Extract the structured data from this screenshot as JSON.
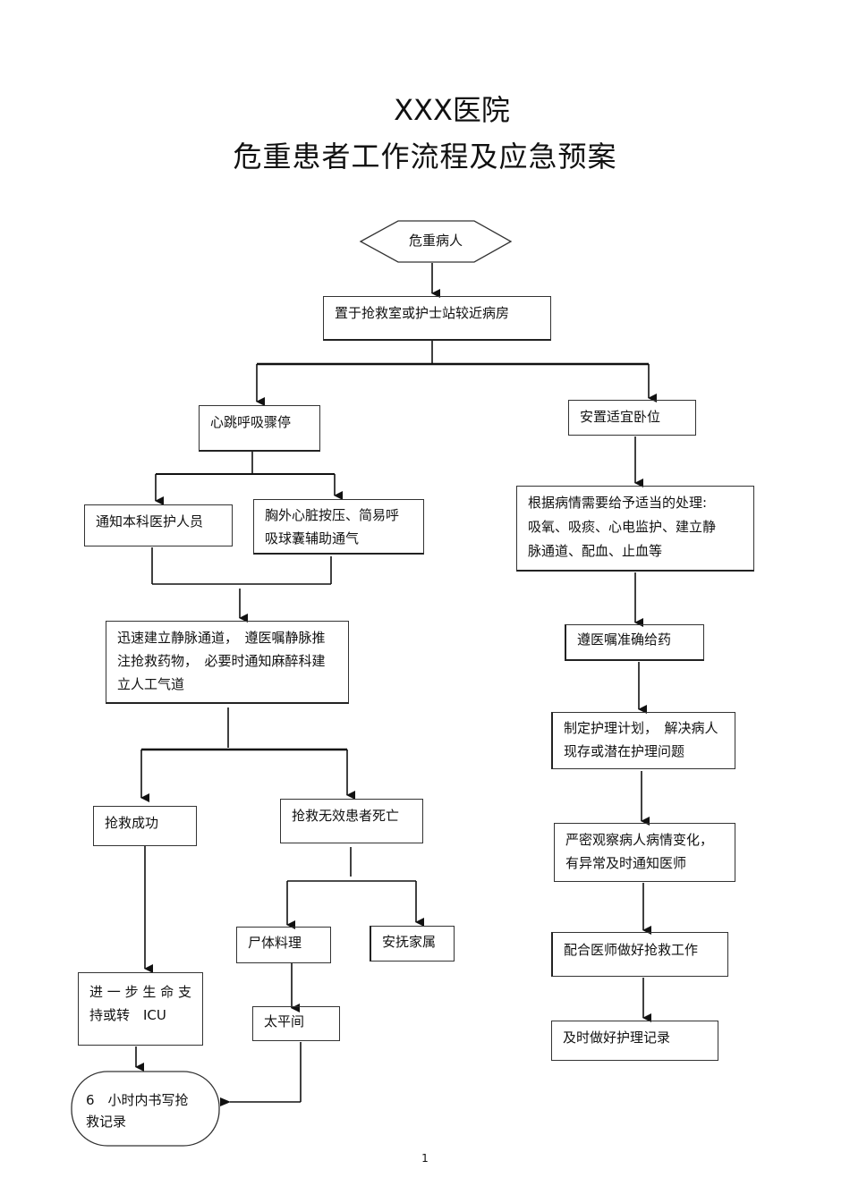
{
  "header": {
    "hospital": "XXX医院",
    "title": "危重患者工作流程及应急预案"
  },
  "nodes": {
    "start": "危重病人",
    "placement": "置于抢救室或护士站较近病房",
    "cardiac_arrest": "心跳呼吸骤停",
    "position": "安置适宜卧位",
    "notify_staff": "通知本科医护人员",
    "cpr": [
      "胸外心脏按压、简易呼",
      "吸球囊辅助通气"
    ],
    "iv_access": [
      "迅速建立静脉通道，　遵医嘱静脉推",
      "注抢救药物，　必要时通知麻醉科建",
      "立人工气道"
    ],
    "treatment": [
      "根据病情需要给予适当的处理:",
      "吸氧、吸痰、心电监护、建立静",
      "脉通道、配血、止血等"
    ],
    "medication": "遵医嘱准确给药",
    "care_plan": [
      "制定护理计划，　解决病人",
      "现存或潜在护理问题"
    ],
    "observe": [
      "严密观察病人病情变化，",
      "有异常及时通知医师"
    ],
    "cooperate": "配合医师做好抢救工作",
    "record": "及时做好护理记录",
    "success": "抢救成功",
    "failure": "抢救无效患者死亡",
    "body_care": "尸体料理",
    "comfort_family": "安抚家属",
    "morgue": "太平间",
    "life_support": [
      "进一步生命支",
      "持或转　ICU"
    ],
    "write_record": [
      "6　小时内书写抢",
      "救记录"
    ]
  },
  "footer": {
    "page_number": "1"
  }
}
